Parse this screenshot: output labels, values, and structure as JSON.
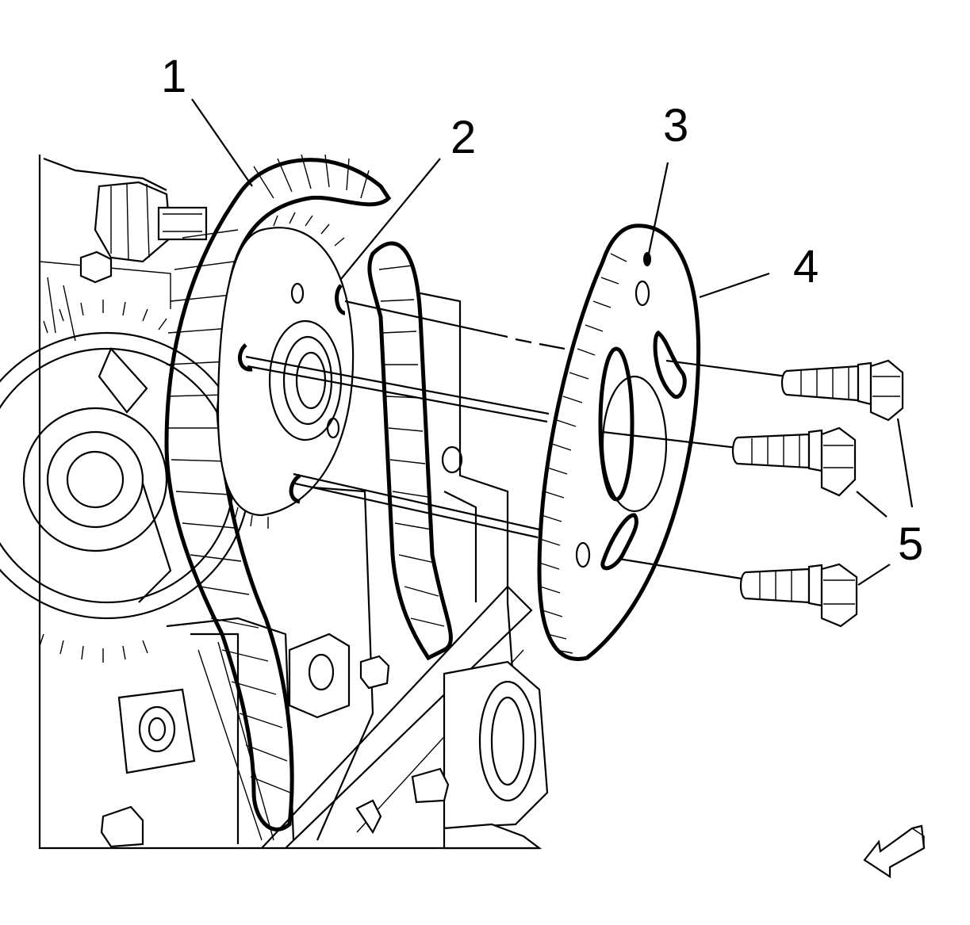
{
  "callouts": [
    {
      "id": "1",
      "text": "1"
    },
    {
      "id": "2",
      "text": "2"
    },
    {
      "id": "3",
      "text": "3"
    },
    {
      "id": "4",
      "text": "4"
    },
    {
      "id": "5",
      "text": "5"
    }
  ],
  "colors": {
    "ink": "#000000",
    "paper": "#ffffff"
  },
  "icons": {
    "direction_arrow": "front-direction-arrow-icon"
  }
}
